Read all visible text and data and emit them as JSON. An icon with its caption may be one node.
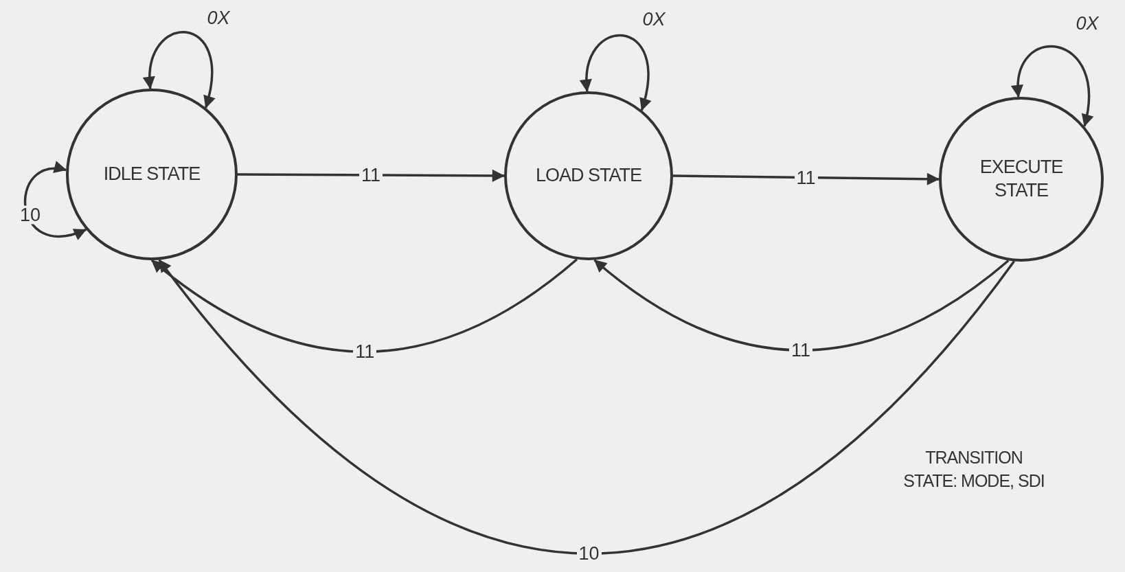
{
  "diagram": {
    "nodes": [
      {
        "text": [
          "IDLE STATE"
        ]
      },
      {
        "text": [
          "LOAD STATE"
        ]
      },
      {
        "text": [
          "EXECUTE STATE"
        ]
      }
    ],
    "edges": [
      {
        "from": 0,
        "to": 0,
        "arrow": "both",
        "label": "0X"
      },
      {
        "from": 0,
        "to": 0,
        "arrow": "both",
        "label": "10"
      },
      {
        "from": 0,
        "to": 1,
        "arrow": "to",
        "label": "11"
      },
      {
        "from": 1,
        "to": 1,
        "arrow": "both",
        "label": "0X"
      },
      {
        "from": 1,
        "to": 2,
        "arrow": "to",
        "label": "11"
      },
      {
        "from": 2,
        "to": 2,
        "arrow": "both",
        "label": "0X"
      },
      {
        "from": 1,
        "to": 0,
        "arrow": "to",
        "label": "11"
      },
      {
        "from": 2,
        "to": 1,
        "arrow": "to",
        "label": "11"
      },
      {
        "from": 2,
        "to": 0,
        "arrow": "to",
        "label": "10"
      }
    ],
    "labels": [
      "TRANSITION STATE: MODE, SDI"
    ]
  }
}
